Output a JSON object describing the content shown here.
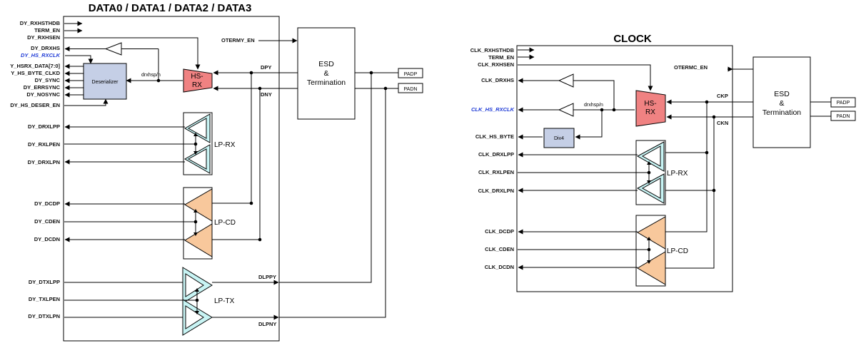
{
  "data_panel": {
    "title": "DATA0 / DATA1 / DATA2 / DATA3",
    "inputs": {
      "rxhsthdb": "DY_RXHSTHDB",
      "term_en": "TERM_EN",
      "rxhsen": "DY_RXHSEN",
      "drxhs": "DY_DRXHS",
      "hs_rxclk": "DY_HS_RXCLK",
      "hsrx_data": "Y_HSRX_DATA[7:0]",
      "hs_byte_clk": "Y_HS_BYTE_CLKD",
      "sync": "DY_SYNC",
      "errsync": "DY_ERRSYNC",
      "nosync": "DY_NOSYNC",
      "hs_deser_en": "DY_HS_DESER_EN",
      "drxlpp": "DY_DRXLPP",
      "rxlpen": "DY_RXLPEN",
      "drxlpn": "DY_DRXLPN",
      "dcdp": "DY_DCDP",
      "cden": "DY_CDEN",
      "dcdn": "DY_DCDN",
      "dtxlpp": "DY_DTXLPP",
      "txlpen": "DY_TXLPEN",
      "dtxlpn": "DY_DTXLPN"
    },
    "nets": {
      "otermy_en": "OTERMY_EN",
      "dpy": "DPY",
      "dny": "DNY",
      "dlppy": "DLPPY",
      "dlpny": "DLPNY",
      "drxhsp": "drxhsp/n"
    },
    "blocks": {
      "deserializer": "Deserializer",
      "hs_rx_line1": "HS-",
      "hs_rx_line2": "RX",
      "lp_rx": "LP-RX",
      "lp_cd": "LP-CD",
      "lp_tx": "LP-TX",
      "esd_line1": "ESD",
      "esd_line2": "&",
      "esd_line3": "Termination",
      "padp": "PADP",
      "padn": "PADN"
    }
  },
  "clock_panel": {
    "title": "CLOCK",
    "inputs": {
      "rxhsthdb": "CLK_RXHSTHDB",
      "term_en": "TERM_EN",
      "rxhsen": "CLK_RXHSEN",
      "drxhs": "CLK_DRXHS",
      "hs_rxclk": "CLK_HS_RXCLK",
      "hs_byte": "CLK_HS_BYTE",
      "drxlpp": "CLK_DRXLPP",
      "rxlpen": "CLK_RXLPEN",
      "drxlpn": "CLK_DRXLPN",
      "dcdp": "CLK_DCDP",
      "cden": "CLK_CDEN",
      "dcdn": "CLK_DCDN"
    },
    "nets": {
      "otermc_en": "OTERMC_EN",
      "ckp": "CKP",
      "ckn": "CKN",
      "drxhsp": "drxhsp/n"
    },
    "blocks": {
      "div4": "Div4",
      "hs_rx_line1": "HS-",
      "hs_rx_line2": "RX",
      "lp_rx": "LP-RX",
      "lp_cd": "LP-CD",
      "esd_line1": "ESD",
      "esd_line2": "&",
      "esd_line3": "Termination",
      "padp": "PADP",
      "padn": "PADN"
    }
  },
  "colors": {
    "hs_rx": "#f08282",
    "lp_rx": "#c8f4f4",
    "lp_cd": "#f8c89c",
    "lp_tx": "#c8f4f4",
    "deserializer": "#c5cfe6",
    "div4": "#c5cfe6",
    "signal_blue": "#1f3bd6"
  }
}
